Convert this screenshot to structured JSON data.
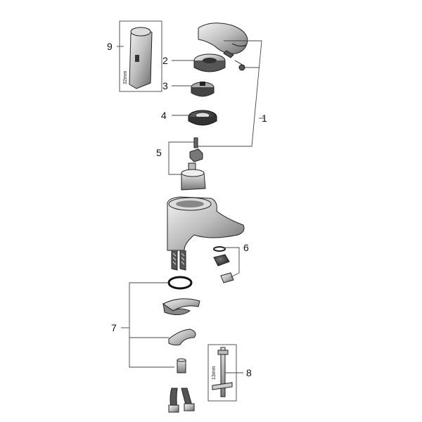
{
  "callouts": [
    {
      "id": "1",
      "label": "1"
    },
    {
      "id": "2",
      "label": "2"
    },
    {
      "id": "3",
      "label": "3"
    },
    {
      "id": "4",
      "label": "4"
    },
    {
      "id": "5",
      "label": "5"
    },
    {
      "id": "6",
      "label": "6"
    },
    {
      "id": "7",
      "label": "7"
    },
    {
      "id": "8",
      "label": "8"
    },
    {
      "id": "9",
      "label": "9"
    }
  ],
  "dimensions": {
    "tool_9": "32mm",
    "tool_8": "13mm"
  }
}
